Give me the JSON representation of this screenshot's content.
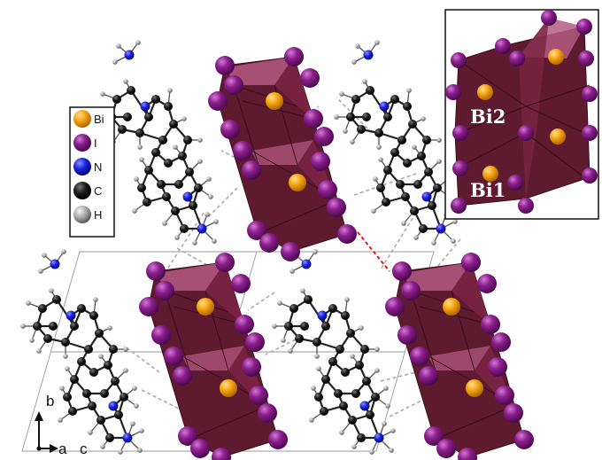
{
  "legend": {
    "items": [
      {
        "symbol": "Bi",
        "color": "#f5a20e"
      },
      {
        "symbol": "I",
        "color": "#8c1e8e"
      },
      {
        "symbol": "N",
        "color": "#1a22e0"
      },
      {
        "symbol": "C",
        "color": "#111111"
      },
      {
        "symbol": "H",
        "color": "#999999"
      }
    ]
  },
  "inset": {
    "labels": [
      "Bi2",
      "Bi1"
    ]
  },
  "axes": {
    "b": "b",
    "a": "a",
    "c": "c"
  },
  "colors": {
    "polyhedron": "#5e1a2f",
    "polyhedron_face": "#7a2444",
    "polyhedron_highlight": "#b45a82",
    "iodide": "#8c1e8e",
    "bismuth": "#f5a20e",
    "bond_dashed": "#aaaaaa",
    "halogen_contact": "#e01616"
  }
}
